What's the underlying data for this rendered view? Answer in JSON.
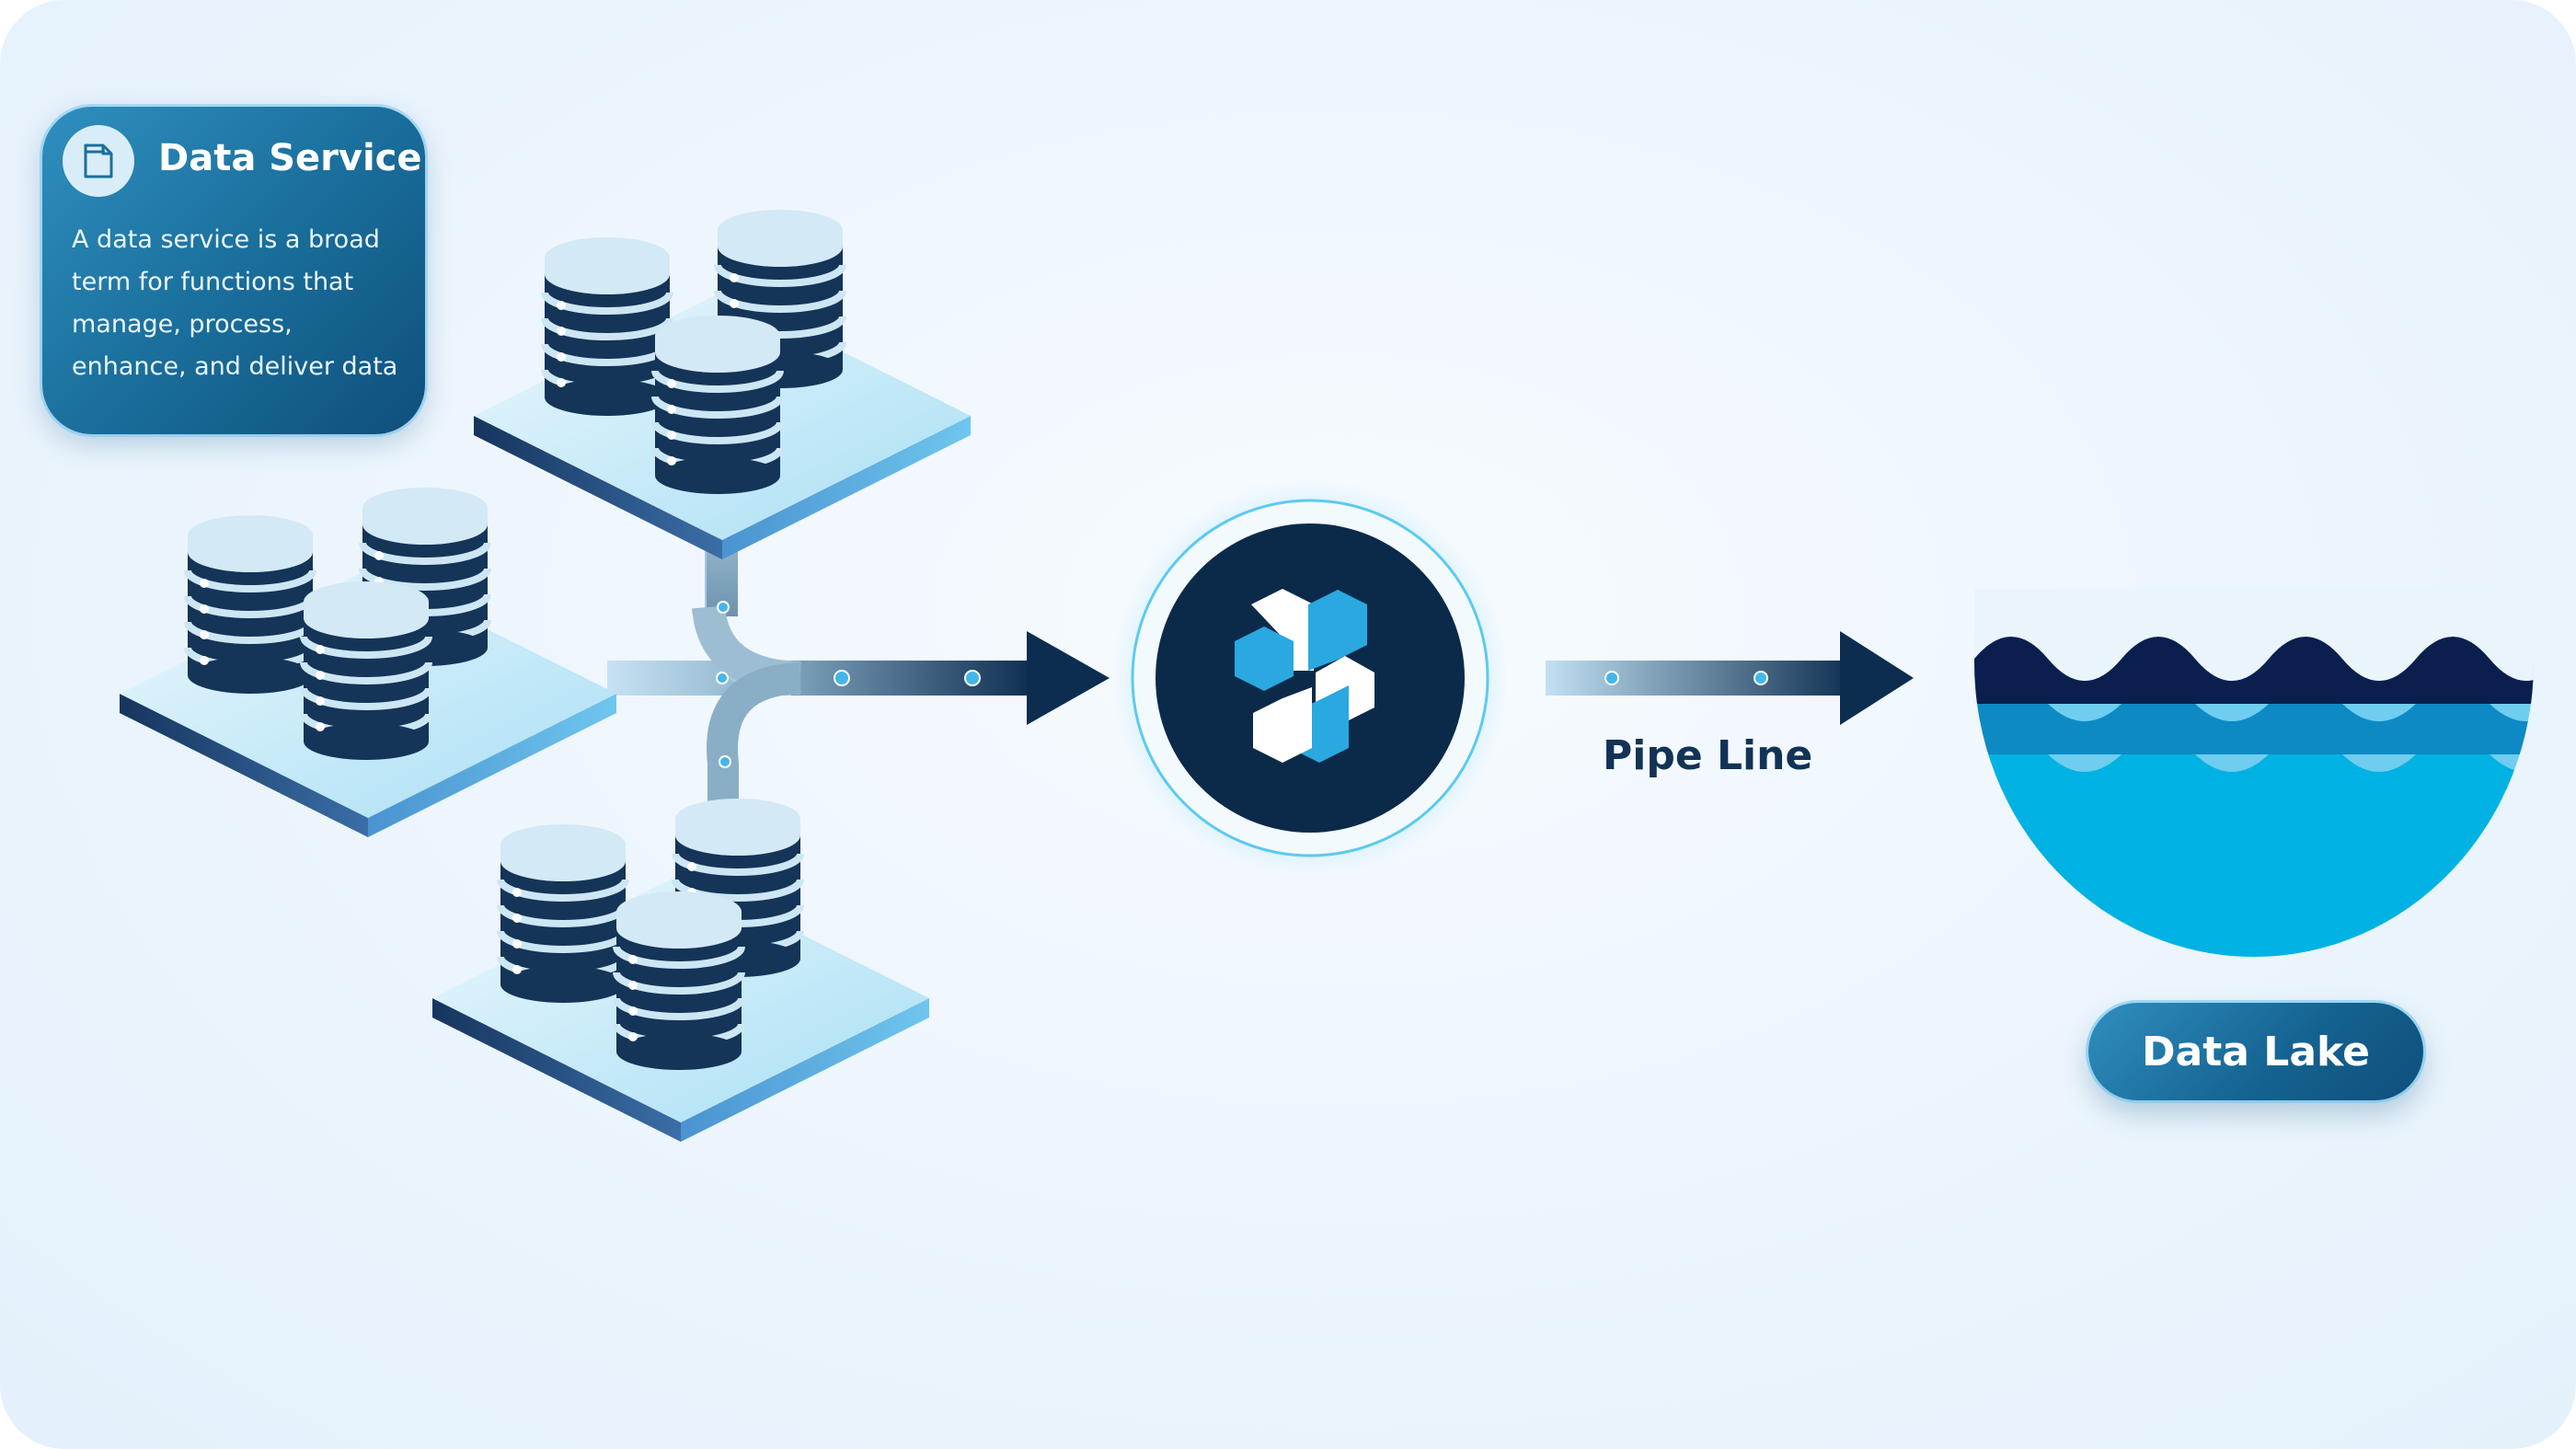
{
  "info_card": {
    "title": "Data Service",
    "body": "A data service is a broad term for functions that manage, process, enhance, and deliver data",
    "icon": "folder-icon"
  },
  "pipeline": {
    "label": "Pipe Line"
  },
  "hub": {
    "icon": "hexagon-flower-logo-icon"
  },
  "destination": {
    "label": "Data Lake",
    "icon": "water-waves-icon"
  },
  "colors": {
    "navy": "#0b2a4a",
    "accent_blue": "#2aa8e0",
    "light_blue": "#cde6f4",
    "lake_top": "#0b1f4f",
    "lake_mid": "#0d8ac4",
    "lake_bright": "#00b2e3",
    "lake_base": "#6fcdef"
  }
}
